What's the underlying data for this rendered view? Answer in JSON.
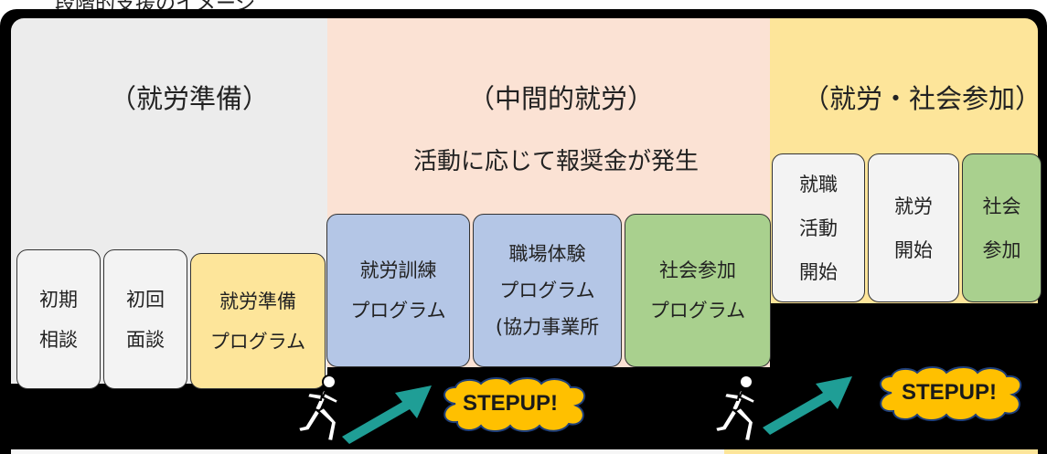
{
  "page": {
    "cut_title": "段階的支援のイメージ"
  },
  "zones": {
    "prep": {
      "heading": "（就労準備）"
    },
    "mid": {
      "heading": "（中間的就労）",
      "subheading": "活動に応じて報奨金が発生"
    },
    "work": {
      "heading": "（就労・社会参加）"
    }
  },
  "boxes": {
    "initial_consult": "初期\n相談",
    "first_interview": "初回\n面談",
    "prep_program": "就労準備\nプログラム",
    "training_program": "就労訓練\nプログラム",
    "workplace_program": "職場体験\nプログラム\n(協力事業所",
    "social_program": "社会参加\nプログラム",
    "job_hunting": "就職\n活動\n開始",
    "work_start": "就労\n開始",
    "social_participation": "社会\n参加"
  },
  "stepups": [
    "STEPUP!",
    "STEPUP!"
  ],
  "colors": {
    "prep_zone": "#ececec",
    "mid_zone": "#fbe2d4",
    "work_zone": "#fde59a",
    "blue_box": "#b4c6e6",
    "green_box": "#a9d08e",
    "cloud": "#ffc000",
    "arrow": "#1f9e96"
  }
}
